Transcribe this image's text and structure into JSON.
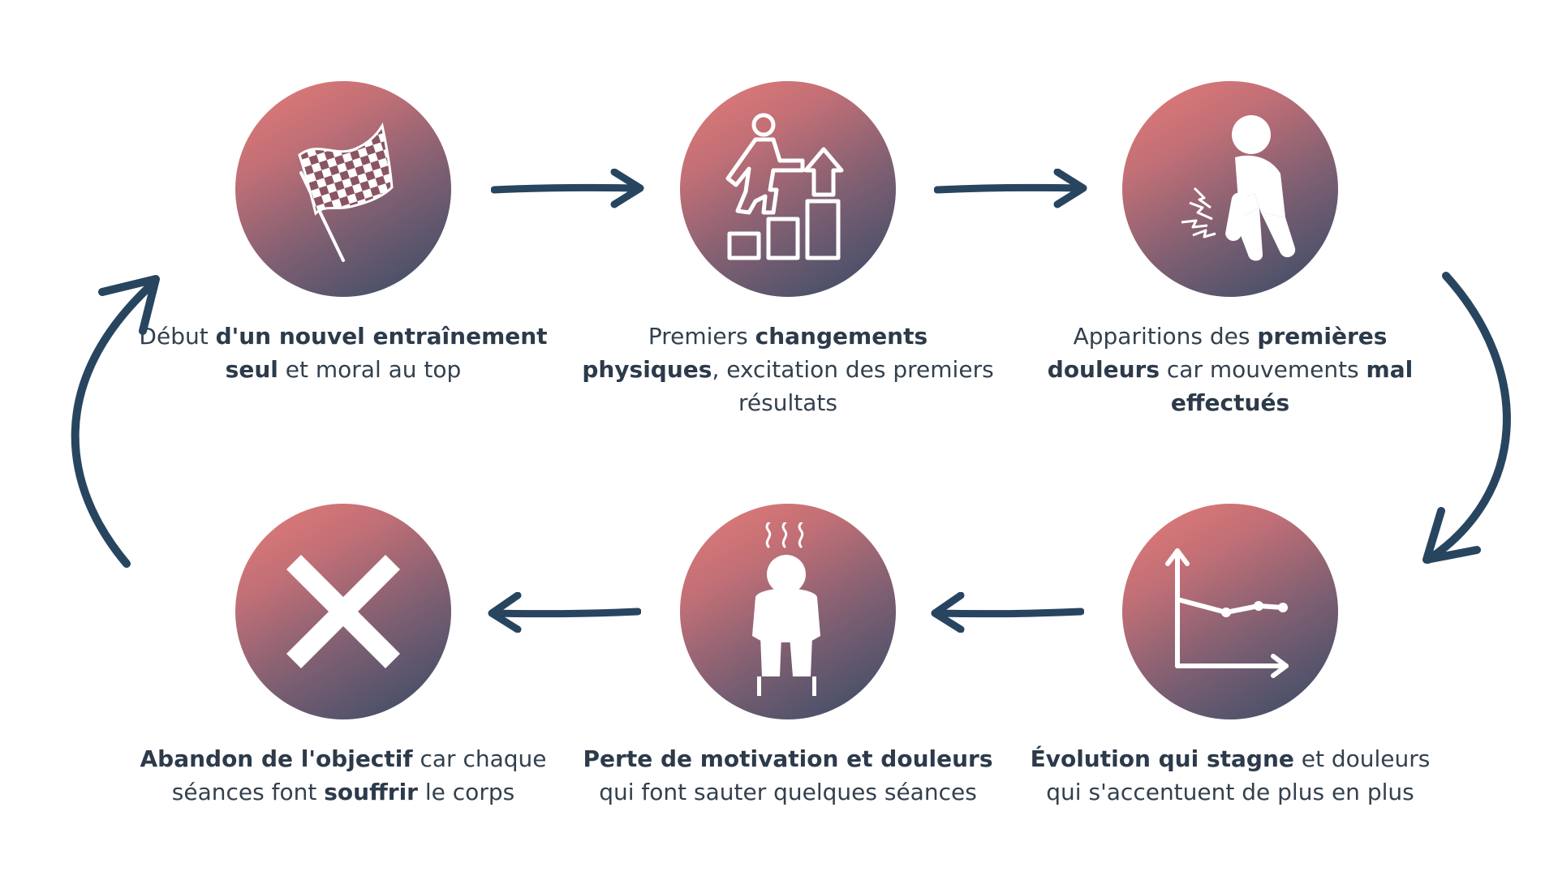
{
  "colors": {
    "gradient_top": "#e77c78",
    "gradient_bottom": "#344b66",
    "arrow": "#284560",
    "text": "#33404d"
  },
  "steps": [
    {
      "icon": "checkered-flag-icon",
      "segments": [
        {
          "text": "Début ",
          "bold": false
        },
        {
          "text": "d'un nouvel entraînement seul",
          "bold": true
        },
        {
          "text": " et moral au top",
          "bold": false
        }
      ]
    },
    {
      "icon": "climbing-steps-icon",
      "segments": [
        {
          "text": "Premiers ",
          "bold": false
        },
        {
          "text": "changements physiques",
          "bold": true
        },
        {
          "text": ", excitation des premiers résultats",
          "bold": false
        }
      ]
    },
    {
      "icon": "knee-pain-icon",
      "segments": [
        {
          "text": "Apparitions des ",
          "bold": false
        },
        {
          "text": "premières douleurs",
          "bold": true
        },
        {
          "text": " car mouvements ",
          "bold": false
        },
        {
          "text": "mal effectués",
          "bold": true
        }
      ]
    },
    {
      "icon": "stagnating-graph-icon",
      "segments": [
        {
          "text": "Évolution qui stagne",
          "bold": true
        },
        {
          "text": " et douleurs qui s'accentuent de plus en plus",
          "bold": false
        }
      ]
    },
    {
      "icon": "discouraged-person-icon",
      "segments": [
        {
          "text": "Perte de motivation et douleurs",
          "bold": true
        },
        {
          "text": " qui font sauter quelques séances",
          "bold": false
        }
      ]
    },
    {
      "icon": "cross-icon",
      "segments": [
        {
          "text": "Abandon de l'objectif",
          "bold": true
        },
        {
          "text": " car chaque séances font ",
          "bold": false
        },
        {
          "text": "souffrir",
          "bold": true
        },
        {
          "text": " le corps",
          "bold": false
        }
      ]
    }
  ]
}
